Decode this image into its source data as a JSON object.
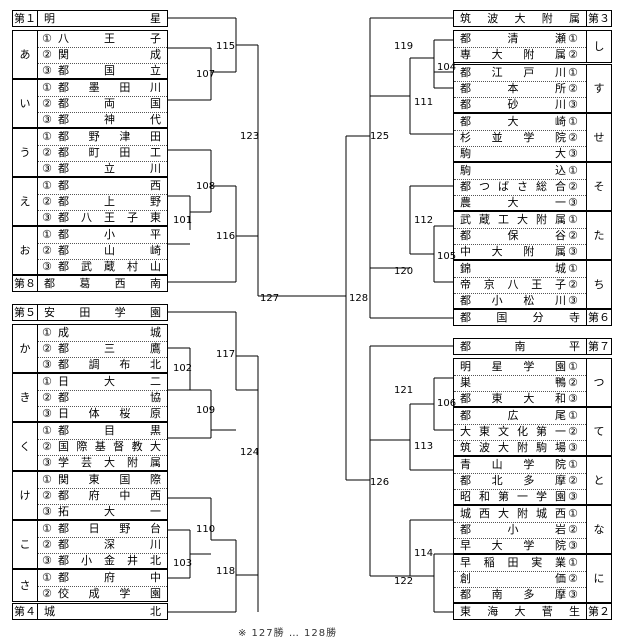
{
  "left_blocks": [
    {
      "label": "第１",
      "rows": [
        {
          "name": "明星"
        }
      ]
    },
    {
      "label": "あ",
      "rows": [
        {
          "mark": "①",
          "name": "八王子"
        },
        {
          "mark": "②",
          "name": "関成"
        },
        {
          "mark": "③",
          "name": "都国立"
        }
      ]
    },
    {
      "label": "い",
      "rows": [
        {
          "mark": "①",
          "name": "都墨田川"
        },
        {
          "mark": "②",
          "name": "都両国"
        },
        {
          "mark": "③",
          "name": "都神代"
        }
      ]
    },
    {
      "label": "う",
      "rows": [
        {
          "mark": "①",
          "name": "都野津田"
        },
        {
          "mark": "②",
          "name": "都町田工"
        },
        {
          "mark": "③",
          "name": "都立川"
        }
      ]
    },
    {
      "label": "え",
      "rows": [
        {
          "mark": "①",
          "name": "都西"
        },
        {
          "mark": "②",
          "name": "都上野"
        },
        {
          "mark": "③",
          "name": "都八王子東"
        }
      ]
    },
    {
      "label": "お",
      "rows": [
        {
          "mark": "①",
          "name": "都小平"
        },
        {
          "mark": "②",
          "name": "都山崎"
        },
        {
          "mark": "③",
          "name": "都武蔵村山"
        }
      ]
    },
    {
      "label": "第８",
      "rows": [
        {
          "name": "都葛西南"
        }
      ]
    },
    {
      "label": "第５",
      "rows": [
        {
          "name": "安田学園"
        }
      ]
    },
    {
      "label": "か",
      "rows": [
        {
          "mark": "①",
          "name": "成城"
        },
        {
          "mark": "②",
          "name": "都三鷹"
        },
        {
          "mark": "③",
          "name": "都調布北"
        }
      ]
    },
    {
      "label": "き",
      "rows": [
        {
          "mark": "①",
          "name": "日大二"
        },
        {
          "mark": "②",
          "name": "都協"
        },
        {
          "mark": "③",
          "name": "日体桜原"
        }
      ]
    },
    {
      "label": "く",
      "rows": [
        {
          "mark": "①",
          "name": "都目黒"
        },
        {
          "mark": "②",
          "name": "国際基督教大"
        },
        {
          "mark": "③",
          "name": "学芸大附属"
        }
      ]
    },
    {
      "label": "け",
      "rows": [
        {
          "mark": "①",
          "name": "関東国際"
        },
        {
          "mark": "②",
          "name": "都府中西"
        },
        {
          "mark": "③",
          "name": "拓大一"
        }
      ]
    },
    {
      "label": "こ",
      "rows": [
        {
          "mark": "①",
          "name": "都日野台"
        },
        {
          "mark": "②",
          "name": "都深川"
        },
        {
          "mark": "③",
          "name": "都小金井北"
        }
      ]
    },
    {
      "label": "さ",
      "rows": [
        {
          "mark": "①",
          "name": "都府中"
        },
        {
          "mark": "②",
          "name": "佼成学園"
        }
      ]
    },
    {
      "label": "第４",
      "rows": [
        {
          "name": "城北"
        }
      ]
    }
  ],
  "right_blocks": [
    {
      "label": "第３",
      "rows": [
        {
          "name": "筑波大附属"
        }
      ]
    },
    {
      "label": "し",
      "rows": [
        {
          "mark": "①",
          "name": "都清瀬"
        },
        {
          "mark": "②",
          "name": "専大附属"
        }
      ]
    },
    {
      "label": "す",
      "rows": [
        {
          "mark": "①",
          "name": "都江戸川"
        },
        {
          "mark": "②",
          "name": "都本所"
        },
        {
          "mark": "③",
          "name": "都砂川"
        }
      ]
    },
    {
      "label": "せ",
      "rows": [
        {
          "mark": "①",
          "name": "都大崎"
        },
        {
          "mark": "②",
          "name": "杉並学院"
        },
        {
          "mark": "③",
          "name": "駒大"
        }
      ]
    },
    {
      "label": "そ",
      "rows": [
        {
          "mark": "①",
          "name": "駒込"
        },
        {
          "mark": "②",
          "name": "都つばさ総合"
        },
        {
          "mark": "③",
          "name": "農大一"
        }
      ]
    },
    {
      "label": "た",
      "rows": [
        {
          "mark": "①",
          "name": "武蔵工大附属"
        },
        {
          "mark": "②",
          "name": "都保谷"
        },
        {
          "mark": "③",
          "name": "中大附属"
        }
      ]
    },
    {
      "label": "ち",
      "rows": [
        {
          "mark": "①",
          "name": "錦城"
        },
        {
          "mark": "②",
          "name": "帝京八王子"
        },
        {
          "mark": "③",
          "name": "都小松川"
        }
      ]
    },
    {
      "label": "第６",
      "rows": [
        {
          "name": "都国分寺"
        }
      ]
    },
    {
      "label": "第７",
      "rows": [
        {
          "name": "都南平"
        }
      ]
    },
    {
      "label": "つ",
      "rows": [
        {
          "mark": "①",
          "name": "明星学園"
        },
        {
          "mark": "②",
          "name": "巣鴨"
        },
        {
          "mark": "③",
          "name": "都東大和"
        }
      ]
    },
    {
      "label": "て",
      "rows": [
        {
          "mark": "①",
          "name": "都広尾"
        },
        {
          "mark": "②",
          "name": "大東文化第一"
        },
        {
          "mark": "③",
          "name": "筑波大附駒場"
        }
      ]
    },
    {
      "label": "と",
      "rows": [
        {
          "mark": "①",
          "name": "青山学院"
        },
        {
          "mark": "②",
          "name": "都北多摩"
        },
        {
          "mark": "③",
          "name": "昭和第一学園"
        }
      ]
    },
    {
      "label": "な",
      "rows": [
        {
          "mark": "①",
          "name": "城西大附城西"
        },
        {
          "mark": "②",
          "name": "都小岩"
        },
        {
          "mark": "③",
          "name": "早大学院"
        }
      ]
    },
    {
      "label": "に",
      "rows": [
        {
          "mark": "①",
          "name": "早稲田実業"
        },
        {
          "mark": "②",
          "name": "創価"
        },
        {
          "mark": "③",
          "name": "都南多摩"
        }
      ]
    },
    {
      "label": "第２",
      "rows": [
        {
          "name": "東海大菅生"
        }
      ]
    }
  ],
  "match_numbers": [
    "101",
    "102",
    "103",
    "104",
    "105",
    "106",
    "107",
    "108",
    "109",
    "110",
    "111",
    "112",
    "113",
    "114",
    "115",
    "116",
    "117",
    "118",
    "119",
    "120",
    "121",
    "122",
    "123",
    "124",
    "125",
    "126",
    "127",
    "128"
  ],
  "footer_text": "※   127勝 … 128勝"
}
